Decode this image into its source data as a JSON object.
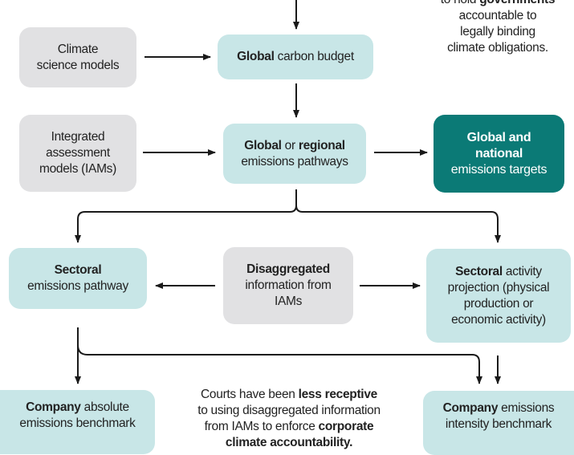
{
  "colors": {
    "model_box": "#e1e1e3",
    "pathway_box": "#c8e6e7",
    "target_box": "#0b7a76",
    "arrow": "#1a1a1a"
  },
  "top_note": {
    "line1_pre": "to hold ",
    "line1_bold": "governments",
    "line2": "accountable to",
    "line3": "legally binding",
    "line4": "climate obligations."
  },
  "nodes": {
    "climate_models": {
      "line1": "Climate",
      "line2": "science models"
    },
    "carbon_budget": {
      "bold": "Global",
      "rest": " carbon budget"
    },
    "iams": {
      "line1": "Integrated",
      "line2": "assessment",
      "line3": "models (IAMs)"
    },
    "emissions_pathways": {
      "bold1": "Global",
      "mid": " or ",
      "bold2": "regional",
      "line2": "emissions pathways"
    },
    "emissions_targets": {
      "line1": "Global and",
      "line2": "national",
      "line3": "emissions targets"
    },
    "sectoral_pathway": {
      "bold": "Sectoral",
      "line2": "emissions pathway"
    },
    "disaggregated": {
      "bold": "Disaggregated",
      "line2": "information from",
      "line3": "IAMs"
    },
    "sectoral_activity": {
      "bold": "Sectoral",
      "rest": " activity",
      "line2": "projection (physical",
      "line3": "production or",
      "line4": "economic activity)"
    },
    "company_absolute": {
      "bold": "Company",
      "rest": " absolute",
      "line2": "emissions benchmark"
    },
    "company_intensity": {
      "bold": "Company",
      "rest": " emissions",
      "line2": "intensity benchmark"
    }
  },
  "bottom_note": {
    "line1_pre": "Courts have been ",
    "line1_bold": "less receptive",
    "line2": "to using disaggregated information",
    "line3_pre": "from IAMs to enforce ",
    "line3_bold": "corporate",
    "line4_bold": "climate accountability."
  }
}
